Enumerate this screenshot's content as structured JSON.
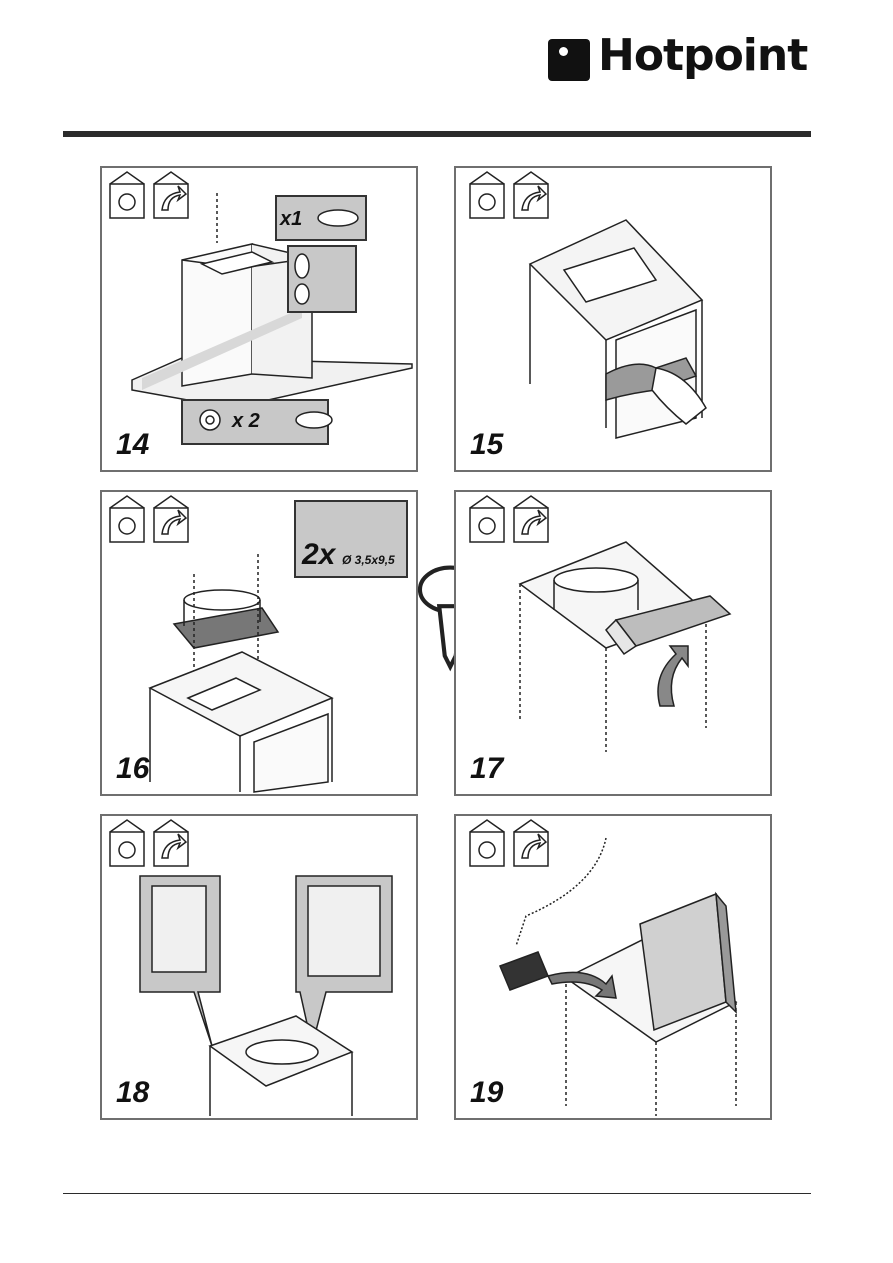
{
  "brand": {
    "name": "Hotpoint"
  },
  "steps": [
    {
      "number": "14",
      "labels": {
        "screw_count_top": "x1",
        "screw_count_bottom": "x 2"
      }
    },
    {
      "number": "15"
    },
    {
      "number": "16",
      "screw_box": {
        "count": "2x",
        "spec": "Ø 3,5x9,5"
      }
    },
    {
      "number": "17"
    },
    {
      "number": "18"
    },
    {
      "number": "19"
    }
  ]
}
